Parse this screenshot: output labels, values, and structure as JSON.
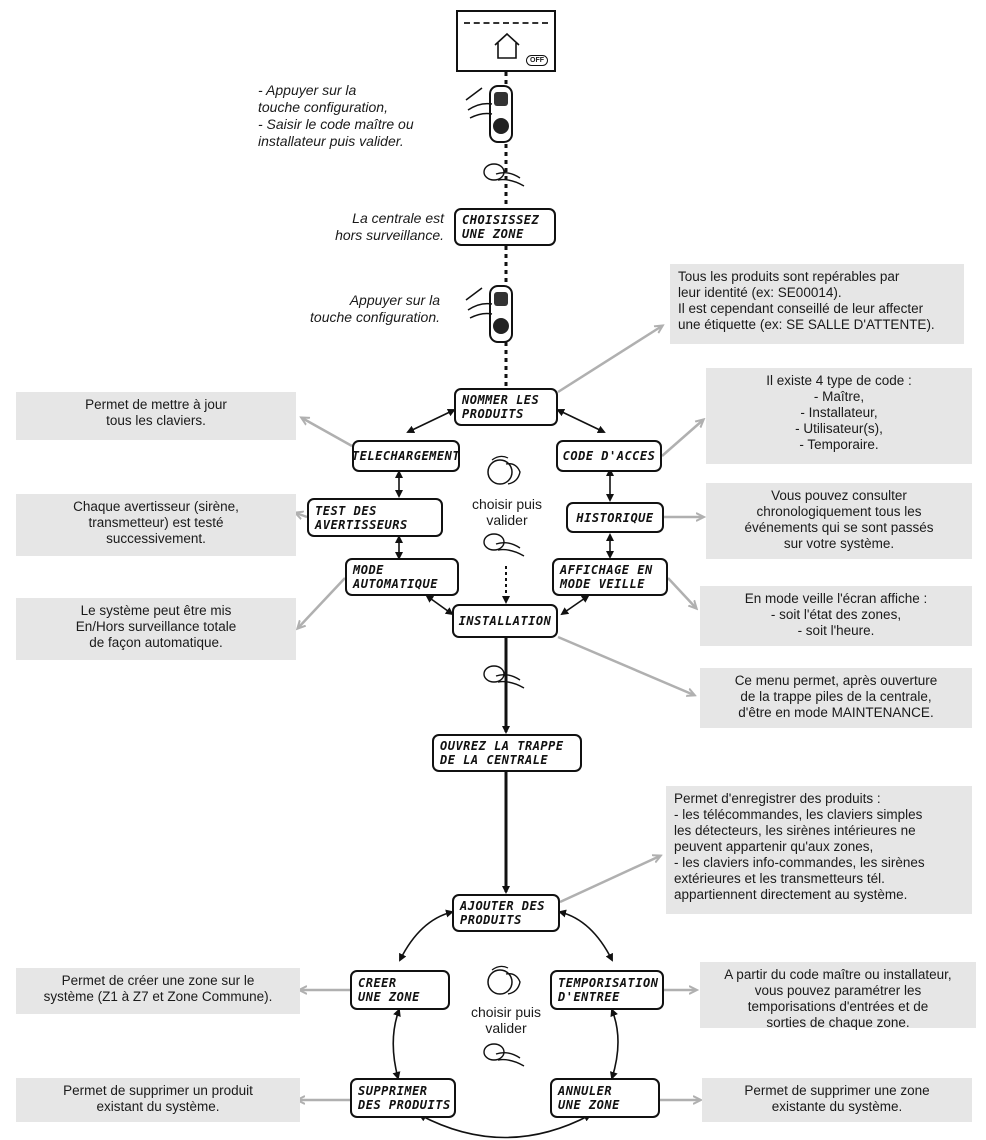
{
  "screen": {
    "off_label": "OFF"
  },
  "instructions": {
    "step1": "- Appuyer sur la\n  touche configuration,\n- Saisir le code maître ou\n  installateur puis valider.",
    "status": "La centrale est\nhors surveillance.",
    "step2": "Appuyer sur la\ntouche configuration."
  },
  "lcd": {
    "choisissez": "CHOISISSEZ\nUNE ZONE",
    "nommer": "NOMMER LES\nPRODUITS",
    "telechargement": "TELECHARGEMENT",
    "code_acces": "CODE D'ACCES",
    "test": "TEST DES\nAVERTISSEURS",
    "historique": "HISTORIQUE",
    "mode_auto": "MODE\nAUTOMATIQUE",
    "affichage": "AFFICHAGE EN\nMODE VEILLE",
    "installation": "INSTALLATION",
    "ouvrez": "OUVREZ LA TRAPPE\nDE LA CENTRALE",
    "ajouter": "AJOUTER DES\nPRODUITS",
    "creer": "CREER\nUNE ZONE",
    "tempo": "TEMPORISATION\nD'ENTREE",
    "supprimer": "SUPPRIMER\nDES PRODUITS",
    "annuler": "ANNULER\nUNE ZONE"
  },
  "choose_label_1": "choisir puis\nvalider",
  "choose_label_2": "choisir puis\nvalider",
  "notes": {
    "nommer": "Tous les produits sont repérables par\nleur identité (ex: SE00014).\nIl est cependant conseillé de leur affecter\nune étiquette (ex: SE SALLE D'ATTENTE).",
    "telechargement": "Permet de mettre à jour\ntous les claviers.",
    "code": "Il existe 4 type de code :\n- Maître,\n- Installateur,\n- Utilisateur(s),\n- Temporaire.",
    "test": "Chaque avertisseur (sirène,\ntransmetteur) est testé\nsuccessivement.",
    "historique": "Vous pouvez consulter\nchronologiquement tous les\névénements qui se sont passés\nsur votre système.",
    "mode_auto": "Le système peut être mis\nEn/Hors surveillance totale\nde façon automatique.",
    "affichage": "En mode veille l'écran affiche :\n- soit l'état des zones,\n- soit l'heure.",
    "installation": "Ce menu permet, après ouverture\nde la trappe piles de la centrale,\nd'être en mode MAINTENANCE.",
    "ajouter": "Permet d'enregistrer des produits :\n- les télécommandes, les claviers simples\n  les détecteurs, les sirènes intérieures ne\n  peuvent appartenir qu'aux zones,\n- les claviers info-commandes, les sirènes\n  extérieures et les transmetteurs tél.\n  appartiennent directement au système.",
    "creer": "Permet de créer une zone sur le\nsystème (Z1 à Z7 et Zone Commune).",
    "tempo": "A partir du code maître ou installateur,\nvous pouvez paramétrer les\ntemporisations d'entrées et de\nsorties de chaque zone.",
    "supprimer": "Permet de supprimer un produit\nexistant du système.",
    "annuler": "Permet de supprimer une zone\nexistante du système."
  },
  "colors": {
    "note_bg": "#e6e6e6",
    "connector": "#b0b0b0",
    "line": "#111111"
  }
}
